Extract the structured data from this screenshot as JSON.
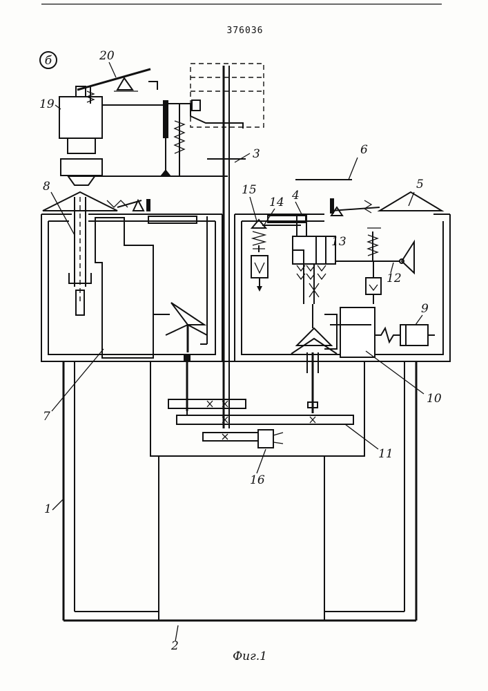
{
  "header": {
    "patent_number": "376036"
  },
  "figure": {
    "view_mark": "б",
    "caption": "Фиг.1"
  },
  "labels": [
    {
      "id": "1",
      "text": "1"
    },
    {
      "id": "2",
      "text": "2"
    },
    {
      "id": "3",
      "text": "3"
    },
    {
      "id": "4",
      "text": "4"
    },
    {
      "id": "5",
      "text": "5"
    },
    {
      "id": "6",
      "text": "6"
    },
    {
      "id": "7",
      "text": "7"
    },
    {
      "id": "8",
      "text": "8"
    },
    {
      "id": "9",
      "text": "9"
    },
    {
      "id": "10",
      "text": "10"
    },
    {
      "id": "11",
      "text": "11"
    },
    {
      "id": "12",
      "text": "12"
    },
    {
      "id": "13",
      "text": "13"
    },
    {
      "id": "14",
      "text": "14"
    },
    {
      "id": "15",
      "text": "15"
    },
    {
      "id": "16",
      "text": "16"
    },
    {
      "id": "19",
      "text": "19"
    },
    {
      "id": "20",
      "text": "20"
    }
  ],
  "colors": {
    "ink": "#111111",
    "paper": "#fdfdfb"
  }
}
